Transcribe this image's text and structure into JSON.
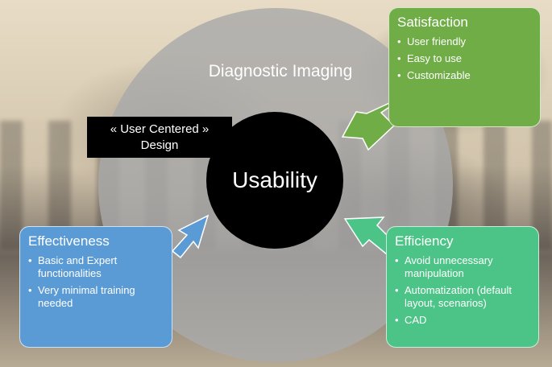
{
  "diagram": {
    "title": "Diagnostic Imaging",
    "center": "Usability",
    "ucd_line1": "« User Centered »",
    "ucd_line2": "Design",
    "satisfaction": {
      "title": "Satisfaction",
      "items": [
        "User friendly",
        "Easy to use",
        "Customizable"
      ],
      "color": "#70ad47"
    },
    "effectiveness": {
      "title": "Effectiveness",
      "items": [
        "Basic and Expert functionalities",
        "Very minimal training needed"
      ],
      "color": "#5b9bd5"
    },
    "efficiency": {
      "title": "Efficiency",
      "items": [
        "Avoid unnecessary manipulation",
        "Automatization (default layout, scenarios)",
        "CAD"
      ],
      "color": "#4dc487"
    }
  }
}
